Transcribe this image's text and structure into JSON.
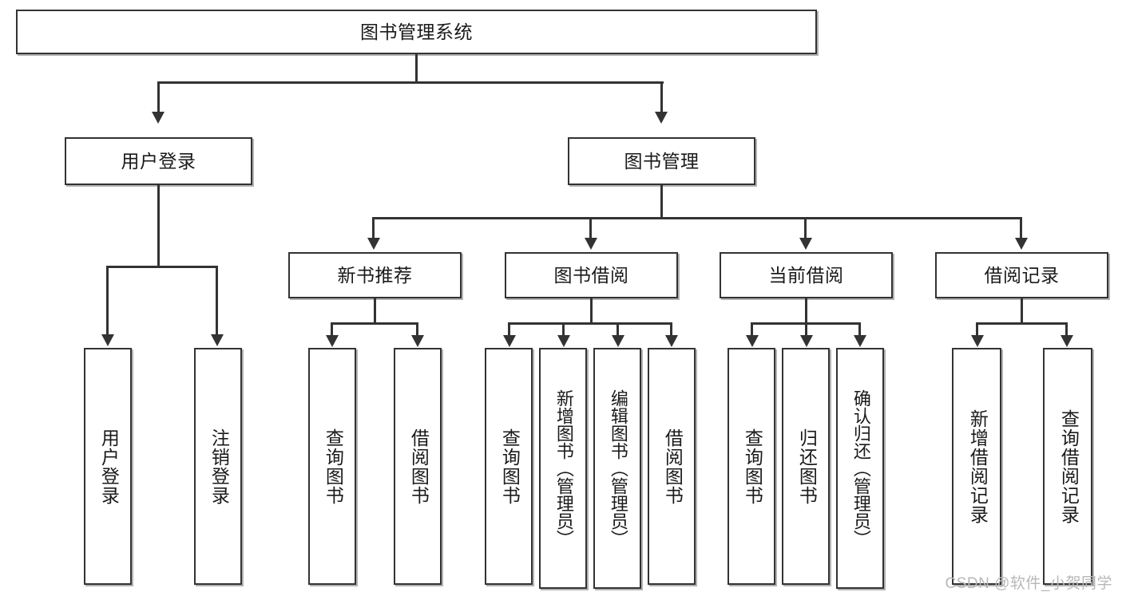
{
  "diagram": {
    "type": "tree-hierarchy",
    "title": "图书管理系统",
    "root": {
      "id": "root",
      "label": "图书管理系统"
    },
    "level2": [
      {
        "id": "user-login",
        "label": "用户登录"
      },
      {
        "id": "book-management",
        "label": "图书管理"
      }
    ],
    "level3": [
      {
        "id": "new-book-recommend",
        "label": "新书推荐",
        "parent": "book-management"
      },
      {
        "id": "book-borrow",
        "label": "图书借阅",
        "parent": "book-management"
      },
      {
        "id": "current-borrow",
        "label": "当前借阅",
        "parent": "book-management"
      },
      {
        "id": "borrow-record",
        "label": "借阅记录",
        "parent": "book-management"
      }
    ],
    "leaves": {
      "user_login": [
        {
          "id": "leaf-user-login",
          "label": "用户登录"
        },
        {
          "id": "leaf-user-logout",
          "label": "注销登录"
        }
      ],
      "new_book_recommend": [
        {
          "id": "leaf-query-book-1",
          "label": "查询图书"
        },
        {
          "id": "leaf-borrow-book-1",
          "label": "借阅图书"
        }
      ],
      "book_borrow": [
        {
          "id": "leaf-query-book-2",
          "label": "查询图书"
        },
        {
          "id": "leaf-add-book-admin",
          "label": "新增图书（管理员）"
        },
        {
          "id": "leaf-edit-book-admin",
          "label": "编辑图书（管理员）"
        },
        {
          "id": "leaf-borrow-book-2",
          "label": "借阅图书"
        }
      ],
      "current_borrow": [
        {
          "id": "leaf-query-book-3",
          "label": "查询图书"
        },
        {
          "id": "leaf-return-book",
          "label": "归还图书"
        },
        {
          "id": "leaf-confirm-return-admin",
          "label": "确认归还（管理员）"
        }
      ],
      "borrow_record": [
        {
          "id": "leaf-add-borrow-record",
          "label": "新增借阅记录"
        },
        {
          "id": "leaf-query-borrow-record",
          "label": "查询借阅记录"
        }
      ]
    }
  },
  "watermark": {
    "text": "CSDN @软件_小贺同学"
  },
  "colors": {
    "stroke": "#333333",
    "fill": "#ffffff",
    "text": "#1a1a1a",
    "watermark": "#b8b8b8"
  }
}
